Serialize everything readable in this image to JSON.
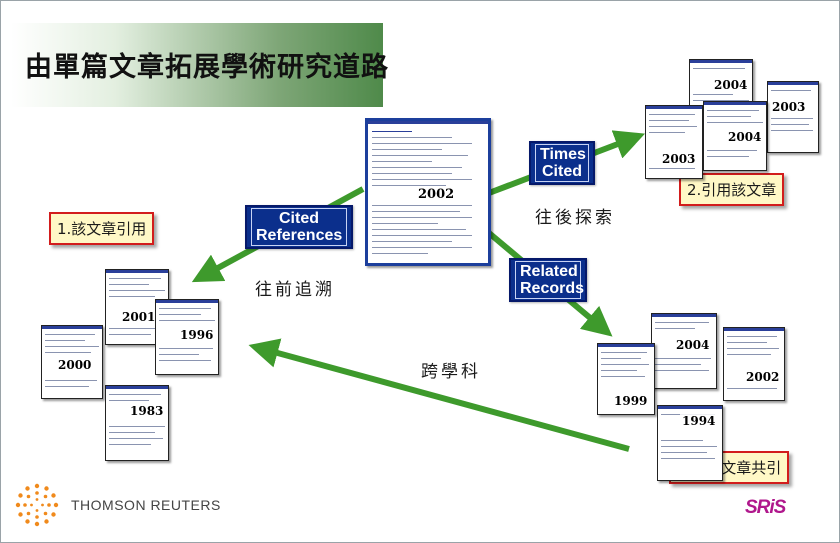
{
  "title": "由單篇文章拓展學術研究道路",
  "center_doc": {
    "year": "2002"
  },
  "labels": {
    "cited_references": [
      "Cited",
      "References"
    ],
    "times_cited": [
      "Times",
      "Cited"
    ],
    "related_records": [
      "Related",
      "Records"
    ]
  },
  "direction_text": {
    "backward": "往前追溯",
    "forward": "往後探索",
    "interdisciplinary": "跨學科"
  },
  "callouts": {
    "cited_refs": "1.該文章引用",
    "times_cited": "2.引用該文章",
    "related": "3.與該文章共引"
  },
  "left_docs": [
    "2001",
    "1996",
    "2000",
    "1983"
  ],
  "top_right_docs": [
    "2004",
    "2003",
    "2004",
    "2003"
  ],
  "bottom_right_docs": [
    "2004",
    "2002",
    "1999",
    "1994"
  ],
  "logos": {
    "thomson_reuters": "THOMSON REUTERS",
    "sris": "SRiS"
  },
  "colors": {
    "arrow_green": "#3e9a2c",
    "label_blue": "#0b2f8c",
    "callout_border": "#d21c1c",
    "callout_bg": "#fff8c6",
    "sris_magenta": "#b0178c",
    "tr_orange": "#f08a1c"
  }
}
